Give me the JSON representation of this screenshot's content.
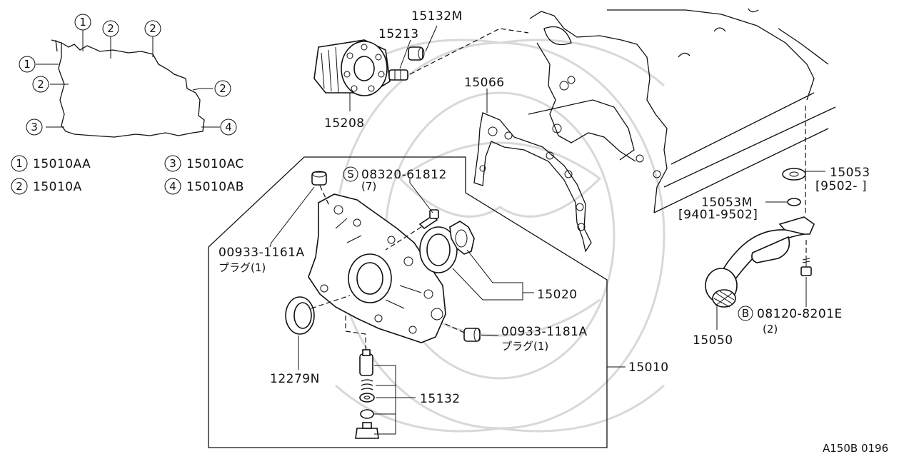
{
  "diagram_code": "A150B 0196",
  "callouts": {
    "p15132M": "15132M",
    "p15213": "15213",
    "p15208": "15208",
    "p15066": "15066",
    "p15053": "15053",
    "p15053_range": "[9502-     ]",
    "p15053M": "15053M",
    "p15053M_range": "[9401-9502]",
    "p08320": "08320-61812",
    "p08320_qty": "(7)",
    "p08320_symbol": "S",
    "p00933_1161": "00933-1161A",
    "p00933_1161_desc": "プラグ(1)",
    "p15020": "15020",
    "p00933_1181": "00933-1181A",
    "p00933_1181_desc": "プラグ(1)",
    "p15010": "15010",
    "p12279N": "12279N",
    "p15132": "15132",
    "p08120": "08120-8201E",
    "p08120_qty": "(2)",
    "p08120_symbol": "B",
    "p15050": "15050"
  },
  "legend": [
    {
      "num": "1",
      "part": "15010AA"
    },
    {
      "num": "2",
      "part": "15010A"
    },
    {
      "num": "3",
      "part": "15010AC"
    },
    {
      "num": "4",
      "part": "15010AB"
    }
  ],
  "gasket_markers": {
    "m1": "1",
    "m2": "2",
    "m3": "2",
    "m4": "1",
    "m5": "2",
    "m6": "2",
    "m7": "3",
    "m8": "4"
  }
}
